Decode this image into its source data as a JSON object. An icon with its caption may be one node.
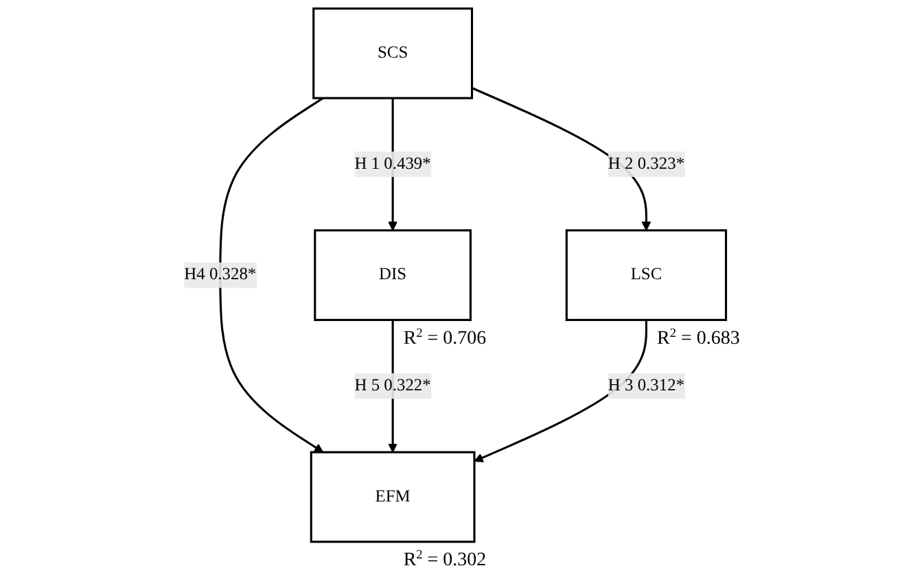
{
  "diagram": {
    "nodes": [
      {
        "text": [
          "SCS"
        ]
      },
      {
        "text": [
          "DIS"
        ],
        "beside": [
          "R$^{2}$ = 0.706"
        ]
      },
      {
        "text": [
          "LSC"
        ],
        "beside": [
          "R$^{2}$ = 0.683"
        ]
      },
      {
        "text": [
          "EFM"
        ],
        "beside": [
          "R$^{2}$ = 0.302"
        ]
      }
    ],
    "edges": [
      {
        "from": 0,
        "to": 1,
        "arrow": "to",
        "label": "H 1 0.439*"
      },
      {
        "from": 0,
        "to": 2,
        "arrow": "to",
        "label": "H 2 0.323*"
      },
      {
        "from": 0,
        "to": 3,
        "arrow": "to",
        "label": "H4 0.328*"
      },
      {
        "from": 1,
        "to": 3,
        "arrow": "to",
        "label": "H 5 0.322*"
      },
      {
        "from": 2,
        "to": 3,
        "arrow": "to",
        "label": "H 3 0.312*"
      }
    ]
  }
}
